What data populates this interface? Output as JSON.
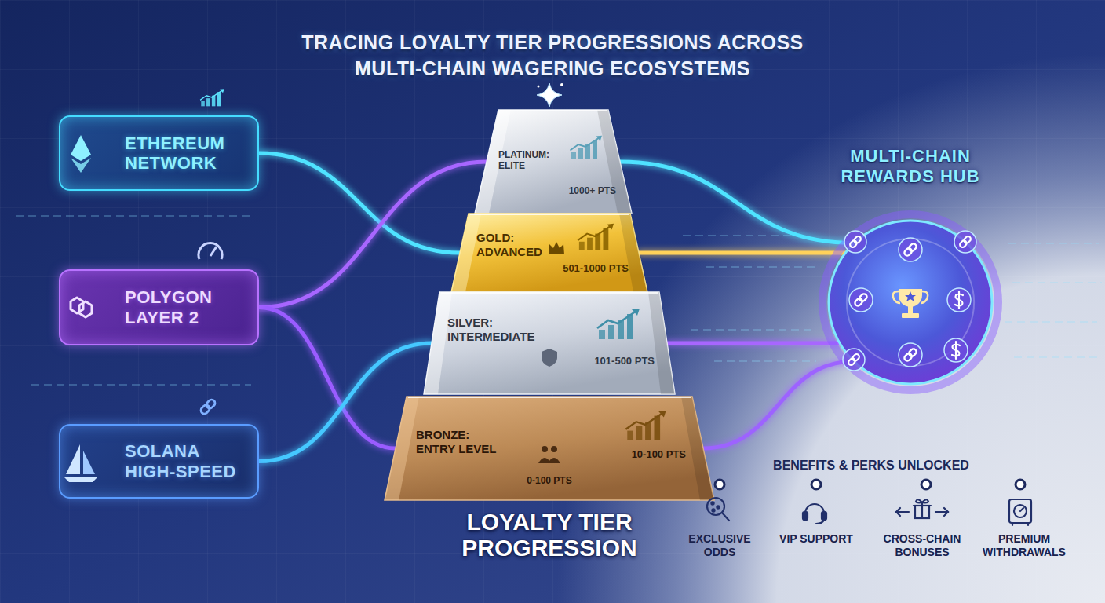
{
  "diagram": {
    "title": "TRACING LOYALTY TIER PROGRESSIONS ACROSS MULTI-CHAIN WAGERING ECOSYSTEMS",
    "nodes": [
      {
        "text": [
          "ETHEREUM NETWORK"
        ]
      },
      {
        "text": [
          "POLYGON LAYER 2"
        ]
      },
      {
        "text": [
          "SOLANA HIGH-SPEED"
        ]
      },
      {
        "text": [
          "PLATINUM: ELITE",
          "1000+ PTS"
        ]
      },
      {
        "text": [
          "GOLD: ADVANCED",
          "501-1000 PTS"
        ]
      },
      {
        "text": [
          "SILVER: INTERMEDIATE",
          "101-500 PTS"
        ]
      },
      {
        "text": [
          "BRONZE: ENTRY LEVEL",
          "0-100 PTS",
          "10-100 PTS"
        ]
      },
      {
        "text": [
          "MULTI-CHAIN REWARDS HUB"
        ]
      }
    ],
    "edges": [
      {
        "from": 0,
        "to": 4,
        "arrow": "none"
      },
      {
        "from": 1,
        "to": 3,
        "arrow": "none"
      },
      {
        "from": 1,
        "to": 6,
        "arrow": "none"
      },
      {
        "from": 2,
        "to": 5,
        "arrow": "none"
      },
      {
        "from": 3,
        "to": 7,
        "arrow": "none"
      },
      {
        "from": 4,
        "to": 7,
        "arrow": "none"
      },
      {
        "from": 5,
        "to": 7,
        "arrow": "none"
      },
      {
        "from": 6,
        "to": 7,
        "arrow": "none"
      }
    ],
    "labels": [
      "LOYALTY TIER PROGRESSION",
      "BENEFITS & PERKS UNLOCKED",
      "EXCLUSIVE ODDS",
      "VIP SUPPORT",
      "CROSS-CHAIN BONUSES",
      "PREMIUM WITHDRAWALS"
    ]
  }
}
